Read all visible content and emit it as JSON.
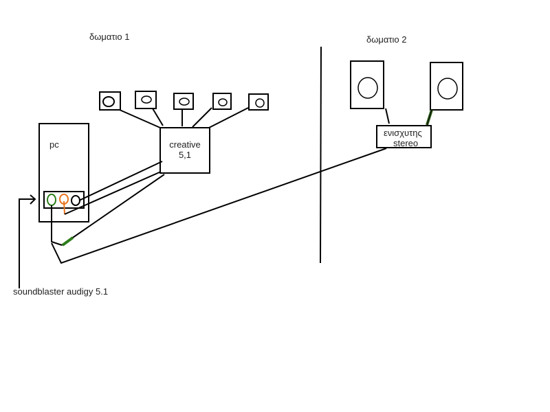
{
  "rooms": [
    {
      "label": "δωματιο  1"
    },
    {
      "label": "δωματιο  2"
    }
  ],
  "devices": {
    "pc": {
      "label": "pc"
    },
    "creative": {
      "line1": "creative",
      "line2": "5,1"
    },
    "amplifier": {
      "line1": "ενισχυτης",
      "line2": "stereo"
    },
    "soundcard": {
      "label": "soundblaster audigy 5.1"
    }
  },
  "jack_colors": {
    "green": "#2d7d1a",
    "orange": "#e8731c",
    "black": "#111111"
  },
  "speakers_room1_count": 5,
  "speakers_room2_count": 2
}
